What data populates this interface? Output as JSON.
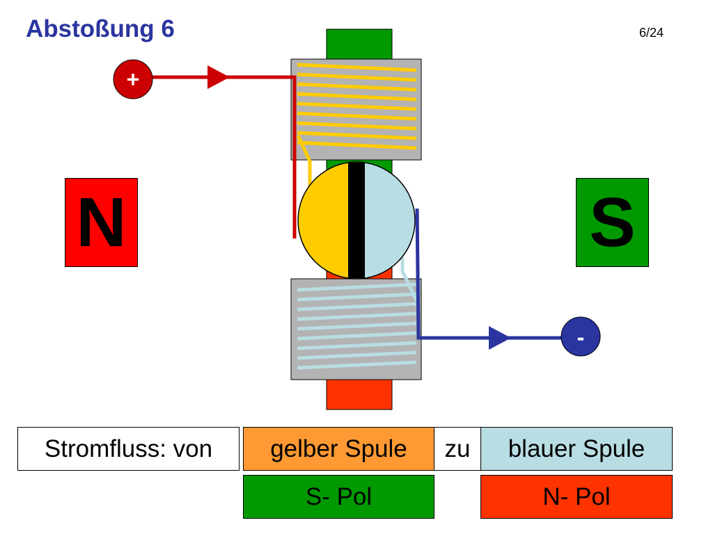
{
  "slide": {
    "title": "Abstoßung 6",
    "page_number": "6/24"
  },
  "magnets": {
    "left_label": "N",
    "right_label": "S"
  },
  "terminals": {
    "positive": "+",
    "negative": "-"
  },
  "legend": {
    "row1": {
      "prefix": "Stromfluss: von",
      "from": "gelber Spule",
      "connector": "zu",
      "to": "blauer Spule"
    },
    "row2": {
      "from_pole": "S- Pol",
      "to_pole": "N- Pol"
    }
  },
  "colors": {
    "title": "#2a35a0",
    "positive_wire": "#cc0000",
    "negative_wire": "#2a35a0",
    "yellow_coil": "#ffcc00",
    "blue_coil": "#b8dde2",
    "coil_core": "#b3b3b3",
    "n_pole": "#ff0000",
    "s_pole": "#009900",
    "legend_orange": "#ff9933",
    "legend_red": "#ff3300"
  }
}
